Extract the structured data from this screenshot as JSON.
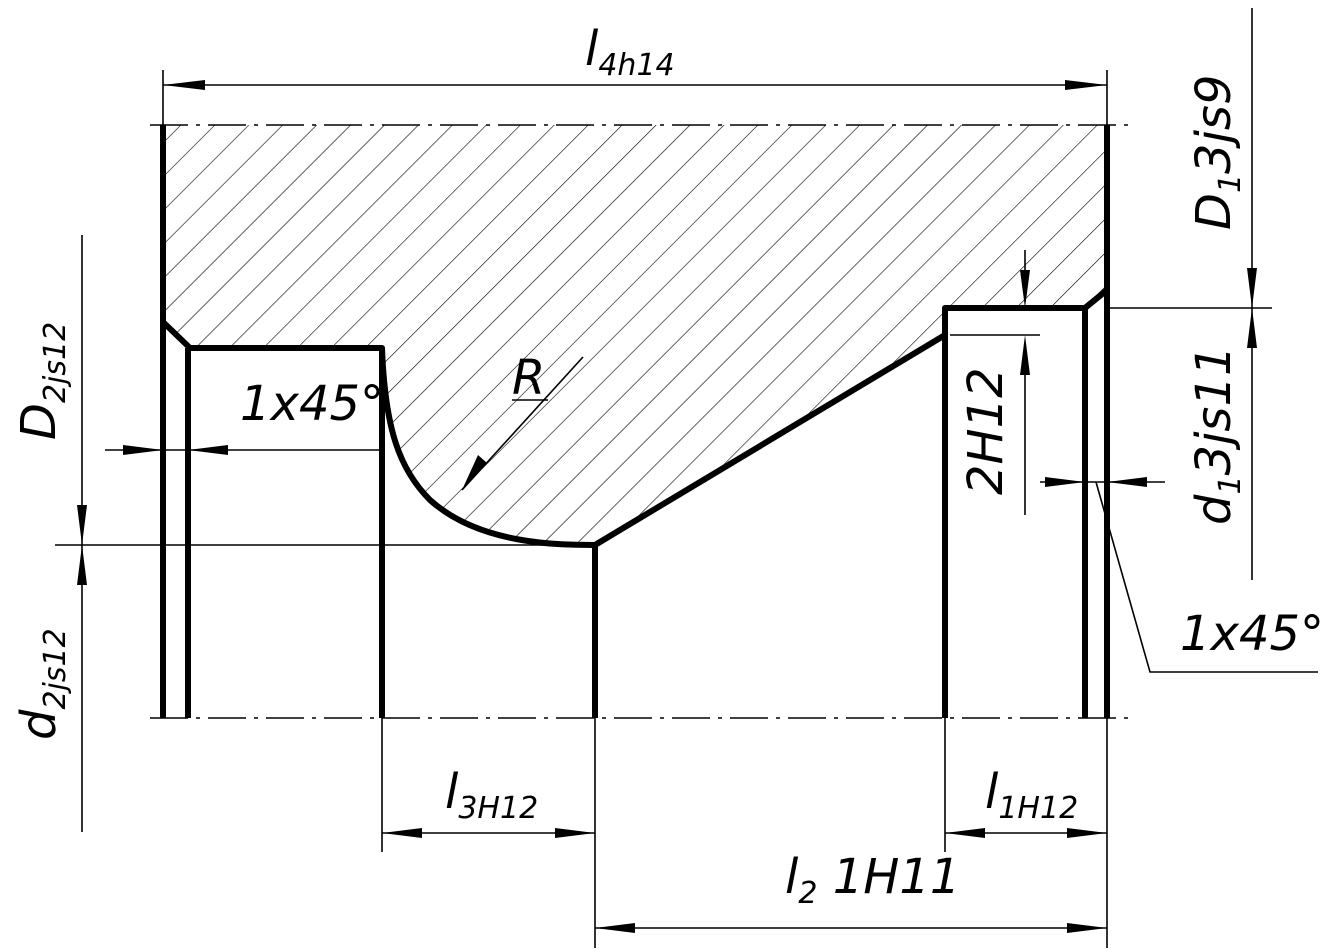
{
  "dimensions": {
    "l4": {
      "main": "l",
      "sub": "4h14"
    },
    "D1": {
      "main": "D",
      "sub": "1",
      "rest": "3js9"
    },
    "d1": {
      "main": "d",
      "sub": "1",
      "rest": "3js11"
    },
    "D2": {
      "main": "D",
      "sub": "2js12"
    },
    "d2": {
      "main": "d",
      "sub": "2js12"
    },
    "l3": {
      "main": "l",
      "sub": "3H12"
    },
    "l1": {
      "main": "l",
      "sub": "1H12"
    },
    "l2": {
      "main": "l",
      "sub": "2",
      "rest": " 1H11"
    },
    "h": {
      "text": "2H12"
    },
    "radius": {
      "text": "R"
    },
    "chamfer_left": {
      "text": "1x45°"
    },
    "chamfer_right": {
      "text": "1x45°"
    }
  }
}
